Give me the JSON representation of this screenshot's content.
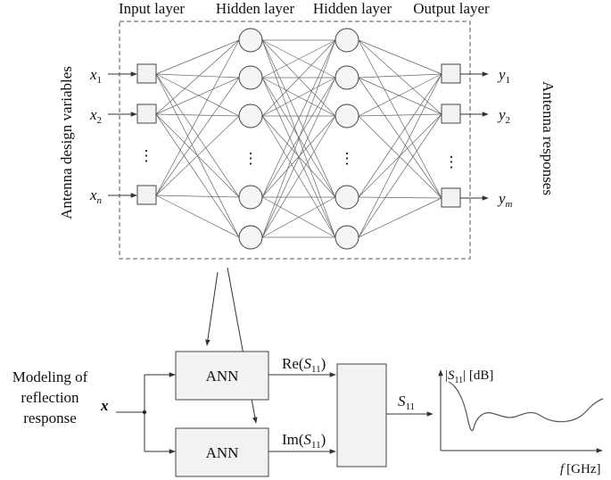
{
  "network": {
    "layer_titles": [
      "Input layer",
      "Hidden layer",
      "Hidden layer",
      "Output layer"
    ],
    "left_side_label": "Antenna design variables",
    "right_side_label": "Antenna responses",
    "inputs": [
      {
        "base": "x",
        "sub": "1"
      },
      {
        "base": "x",
        "sub": "2"
      },
      {
        "base": "x",
        "sub": "n"
      }
    ],
    "outputs": [
      {
        "base": "y",
        "sub": "1"
      },
      {
        "base": "y",
        "sub": "2"
      },
      {
        "base": "y",
        "sub": "m"
      }
    ],
    "ellipsis": "⋮"
  },
  "model": {
    "side_label_lines": [
      "Modeling of",
      "reflection",
      "response"
    ],
    "input_symbol": "x",
    "ann_top": "ANN",
    "ann_bottom": "ANN",
    "re_label": {
      "pre": "Re(",
      "base": "S",
      "sub": "11",
      "post": ")"
    },
    "im_label": {
      "pre": "Im(",
      "base": "S",
      "sub": "11",
      "post": ")"
    },
    "s11_label": {
      "base": "S",
      "sub": "11"
    }
  },
  "plot": {
    "ylabel": {
      "pre": "|",
      "base": "S",
      "sub": "11",
      "post": "| [dB]"
    },
    "xlabel": {
      "base": "f",
      "unit": "[GHz]"
    }
  }
}
